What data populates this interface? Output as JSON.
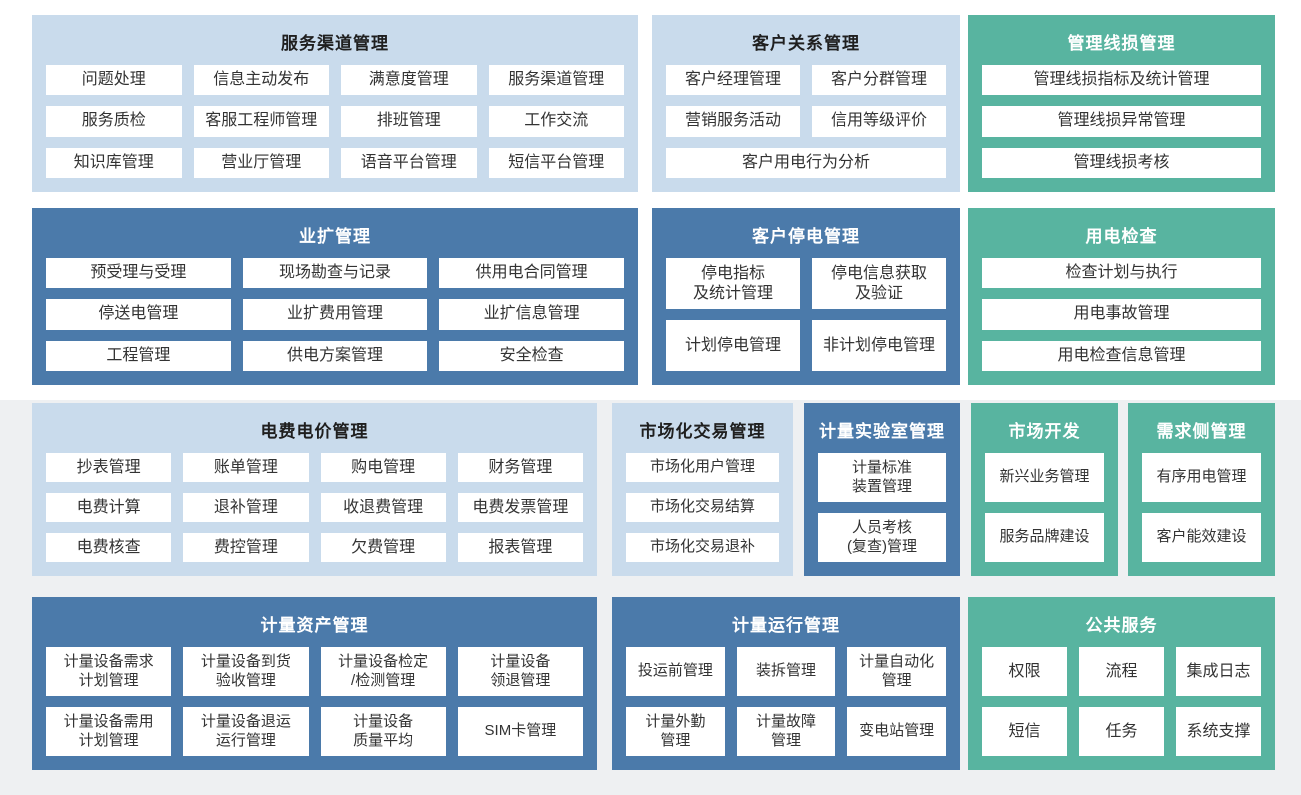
{
  "colors": {
    "light_blue_block": "#c9dbec",
    "dark_blue_block": "#4b7aaa",
    "teal_block": "#58b4a0",
    "lower_band_gray": "#eef0f2",
    "item_background": "#ffffff",
    "item_text": "#333333",
    "title_on_light": "#1f1f1f",
    "title_on_dark": "#ffffff"
  },
  "blocks": {
    "service_channel": {
      "title": "服务渠道管理",
      "items": [
        "问题处理",
        "信息主动发布",
        "满意度管理",
        "服务渠道管理",
        "服务质检",
        "客服工程师管理",
        "排班管理",
        "工作交流",
        "知识库管理",
        "营业厅管理",
        "语音平台管理",
        "短信平台管理"
      ]
    },
    "customer_relation": {
      "title": "客户关系管理",
      "items": [
        "客户经理管理",
        "客户分群管理",
        "营销服务活动",
        "信用等级评价",
        "客户用电行为分析"
      ]
    },
    "line_loss": {
      "title": "管理线损管理",
      "items": [
        "管理线损指标及统计管理",
        "管理线损异常管理",
        "管理线损考核"
      ]
    },
    "business_expansion": {
      "title": "业扩管理",
      "items": [
        "预受理与受理",
        "现场勘查与记录",
        "供用电合同管理",
        "停送电管理",
        "业扩费用管理",
        "业扩信息管理",
        "工程管理",
        "供电方案管理",
        "安全检查"
      ]
    },
    "customer_outage": {
      "title": "客户停电管理",
      "items": [
        "停电指标\n及统计管理",
        "停电信息获取\n及验证",
        "计划停电管理",
        "非计划停电管理"
      ]
    },
    "power_inspection": {
      "title": "用电检查",
      "items": [
        "检查计划与执行",
        "用电事故管理",
        "用电检查信息管理"
      ]
    },
    "tariff": {
      "title": "电费电价管理",
      "items": [
        "抄表管理",
        "账单管理",
        "购电管理",
        "财务管理",
        "电费计算",
        "退补管理",
        "收退费管理",
        "电费发票管理",
        "电费核查",
        "费控管理",
        "欠费管理",
        "报表管理"
      ]
    },
    "market_trade": {
      "title": "市场化交易管理",
      "items": [
        "市场化用户管理",
        "市场化交易结算",
        "市场化交易退补"
      ]
    },
    "metering_lab": {
      "title": "计量实验室管理",
      "items": [
        "计量标准\n装置管理",
        "人员考核\n(复查)管理"
      ]
    },
    "market_dev": {
      "title": "市场开发",
      "items": [
        "新兴业务管理",
        "服务品牌建设"
      ]
    },
    "demand_side": {
      "title": "需求侧管理",
      "items": [
        "有序用电管理",
        "客户能效建设"
      ]
    },
    "metering_asset": {
      "title": "计量资产管理",
      "items": [
        "计量设备需求\n计划管理",
        "计量设备到货\n验收管理",
        "计量设备检定\n/检测管理",
        "计量设备\n领退管理",
        "计量设备需用\n计划管理",
        "计量设备退运\n运行管理",
        "计量设备\n质量平均",
        "SIM卡管理"
      ]
    },
    "metering_operation": {
      "title": "计量运行管理",
      "items": [
        "投运前管理",
        "装拆管理",
        "计量自动化\n管理",
        "计量外勤\n管理",
        "计量故障\n管理",
        "变电站管理"
      ]
    },
    "public_service": {
      "title": "公共服务",
      "items": [
        "权限",
        "流程",
        "集成日志",
        "短信",
        "任务",
        "系统支撑"
      ]
    }
  }
}
